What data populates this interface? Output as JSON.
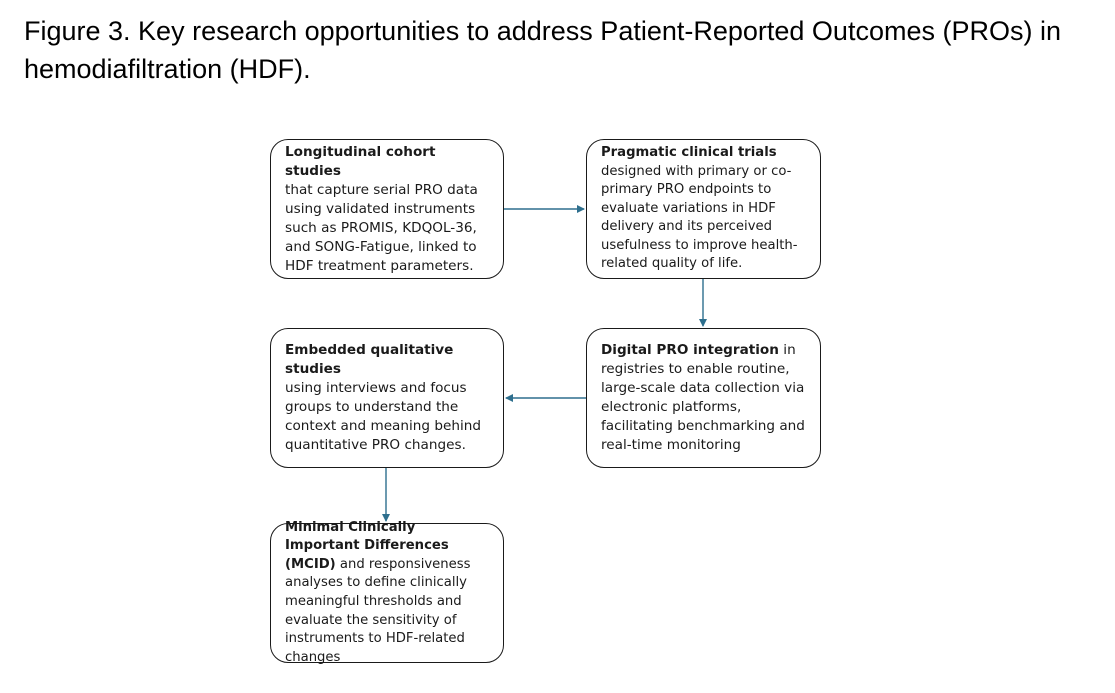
{
  "caption": "Figure 3. Key research opportunities to address Patient-Reported Outcomes (PROs) in hemodiafiltration (HDF).",
  "boxes": {
    "longitudinal": {
      "title": "Longitudinal cohort studies",
      "body": "that capture serial PRO data using validated instruments such as PROMIS, KDQOL-36, and SONG-Fatigue, linked to HDF treatment parameters."
    },
    "pragmatic": {
      "title": "Pragmatic clinical trials",
      "body": "designed with primary or co-primary PRO endpoints to evaluate variations in HDF delivery and its perceived usefulness to improve health-related quality of life."
    },
    "digital": {
      "title": "Digital PRO integration",
      "body": " in registries to enable routine, large-scale data collection via electronic platforms, facilitating benchmarking and real-time monitoring"
    },
    "qualitative": {
      "title": "Embedded qualitative studies",
      "body": "using interviews and focus groups to understand the context and meaning behind quantitative PRO changes."
    },
    "mcid": {
      "title": "Minimal Clinically Important Differences (MCID)",
      "body": " and responsiveness analyses to define clinically meaningful thresholds and evaluate the sensitivity of instruments to HDF-related changes"
    }
  },
  "colors": {
    "arrow": "#2e6f8e",
    "border": "#1a1a1a"
  }
}
